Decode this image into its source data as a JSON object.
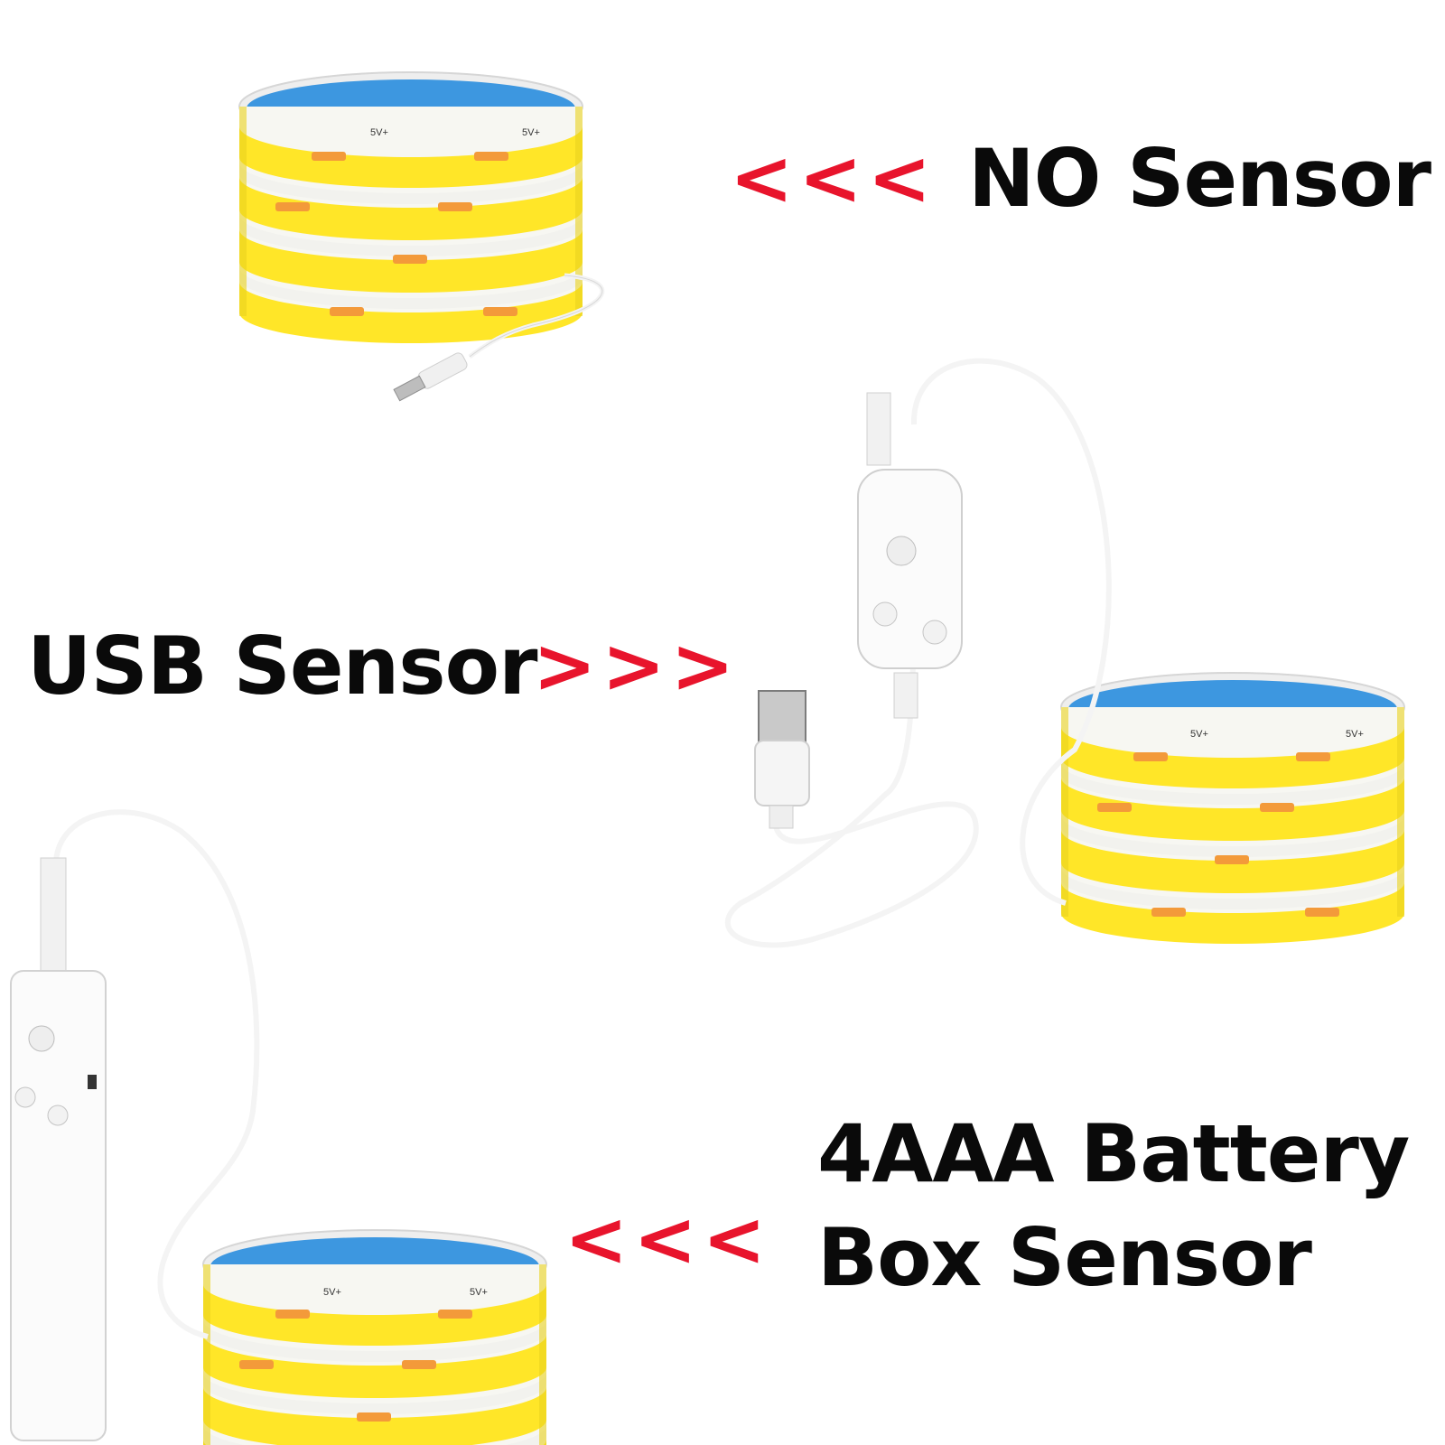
{
  "variants": {
    "no_sensor": {
      "arrows": "<<<",
      "label": "NO Sensor"
    },
    "usb_sensor": {
      "label": "USB Sensor",
      "arrows": ">>>"
    },
    "battery_sensor": {
      "arrows": "<<<",
      "line1": "4AAA Battery",
      "line2": "Box Sensor"
    }
  },
  "strip_marking": "5V+",
  "colors": {
    "arrow_red": "#e8142c",
    "strip_yellow": "#ffe628",
    "reel_blue": "#3d97e0",
    "text": "#0a0a0a"
  }
}
